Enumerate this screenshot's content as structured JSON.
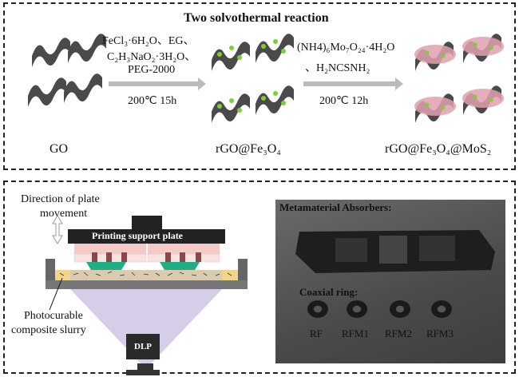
{
  "top": {
    "title": "Two solvothermal reaction",
    "step1": {
      "line1": "FeCl₃·6H₂O、EG、",
      "line2": "C₂H₃NaO₂·3H₂O、",
      "line3": "PEG-2000",
      "condition": "200℃ 15h"
    },
    "step2": {
      "line1": "(NH4)₆Mo₇O₂₄·4H₂O",
      "line2": "、H₂NCSNH₂",
      "condition": "200℃ 12h"
    },
    "labels": {
      "go": "GO",
      "rgo_fe3o4": "rGO@Fe₃O₄",
      "rgo_fe3o4_mos2": "rGO@Fe₃O₄@MoS₂"
    }
  },
  "bottom": {
    "direction_label_1": "Direction of plate",
    "direction_label_2": "movement",
    "plate_label": "Printing support plate",
    "slurry_label_1": "Photocurable",
    "slurry_label_2": "composite slurry",
    "dlp_label": "DLP",
    "photo": {
      "absorbers_label": "Metamaterial Absorbers:",
      "ring_label": "Coaxial ring:",
      "rings": [
        "RF",
        "RFM1",
        "RFM2",
        "RFM3"
      ]
    }
  },
  "colors": {
    "sheet": "#4a4a4a",
    "particle": "#7ccf3a",
    "mos2": "#e0a0b0",
    "slurry": "#f1d58a",
    "green_part": "#1fae85",
    "uv": "#8a6fc0"
  }
}
